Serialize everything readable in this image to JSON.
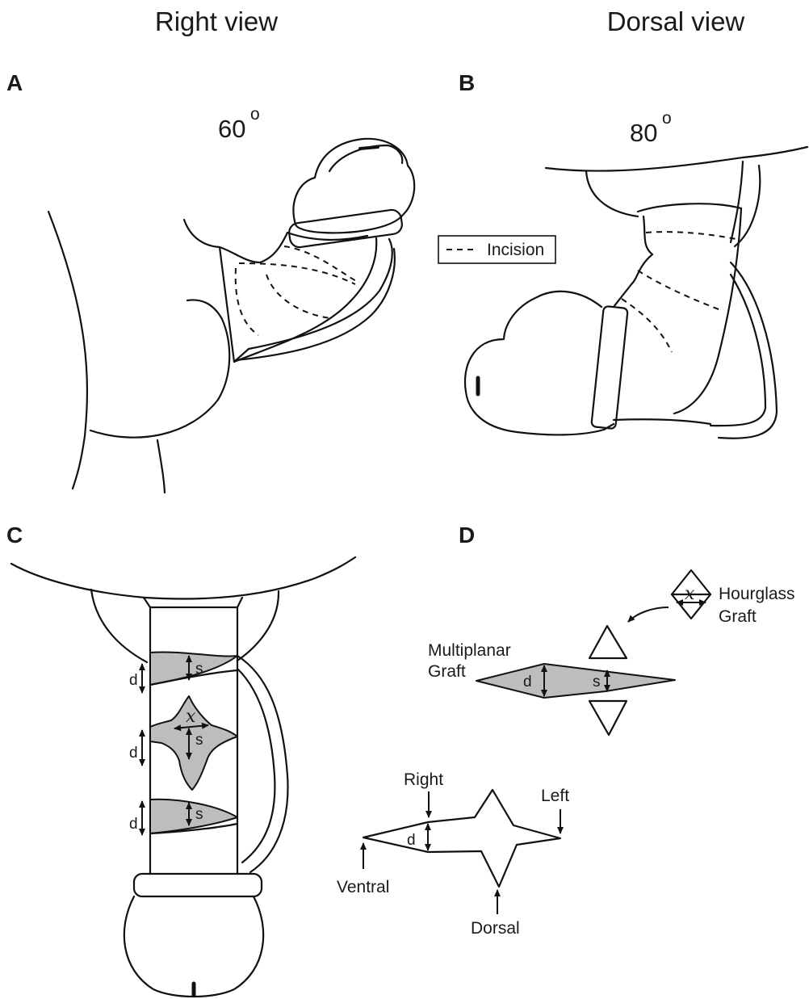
{
  "headers": {
    "left": "Right view",
    "right": "Dorsal view"
  },
  "panels": {
    "a": "A",
    "b": "B",
    "c": "C",
    "d": "D"
  },
  "angles": {
    "a": "60",
    "b": "80",
    "degree_sign": "o"
  },
  "legend": {
    "incision": "Incision"
  },
  "symbols": {
    "d": "d",
    "s": "s",
    "x": "x"
  },
  "grafts": {
    "hourglass_line1": "Hourglass",
    "hourglass_line2": "Graft",
    "multiplanar_line1": "Multiplanar",
    "multiplanar_line2": "Graft"
  },
  "orientation": {
    "right": "Right",
    "left": "Left",
    "ventral": "Ventral",
    "dorsal": "Dorsal"
  }
}
